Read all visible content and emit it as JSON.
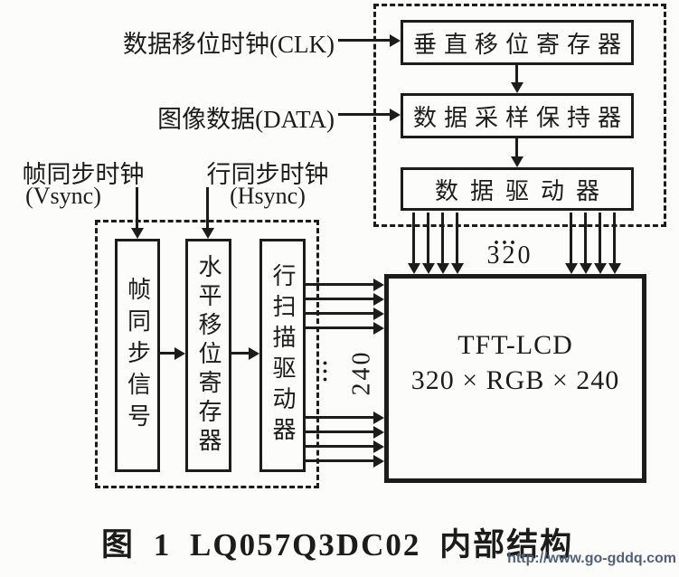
{
  "colors": {
    "ink": "#1c1c1c",
    "paper": "#fcfcfa",
    "watermark": "#51617a"
  },
  "inputs": {
    "clk": "数据移位时钟(CLK)",
    "data": "图像数据(DATA)",
    "vsync": "帧同步时钟",
    "vsync_sub": "(Vsync)",
    "hsync": "行同步时钟",
    "hsync_sub": "(Hsync)"
  },
  "column_driver_section": {
    "vertical_shift_register": "垂直移位寄存器",
    "sample_hold": "数据采样保持器",
    "data_driver": "数据驱动器",
    "ellipsis": "...",
    "column_count": "320"
  },
  "row_driver_section": {
    "frame_sync_signal": "帧同步信号",
    "horizontal_shift_register": "水平移位寄存器",
    "row_scan_driver": "行扫描驱动器",
    "ellipsis": "...",
    "row_count": "240"
  },
  "panel": {
    "line1": "TFT-LCD",
    "line2": "320 × RGB × 240"
  },
  "caption": "图 1 LQ057Q3DC02 内部结构",
  "watermark": "http://www.go-gddq.com"
}
